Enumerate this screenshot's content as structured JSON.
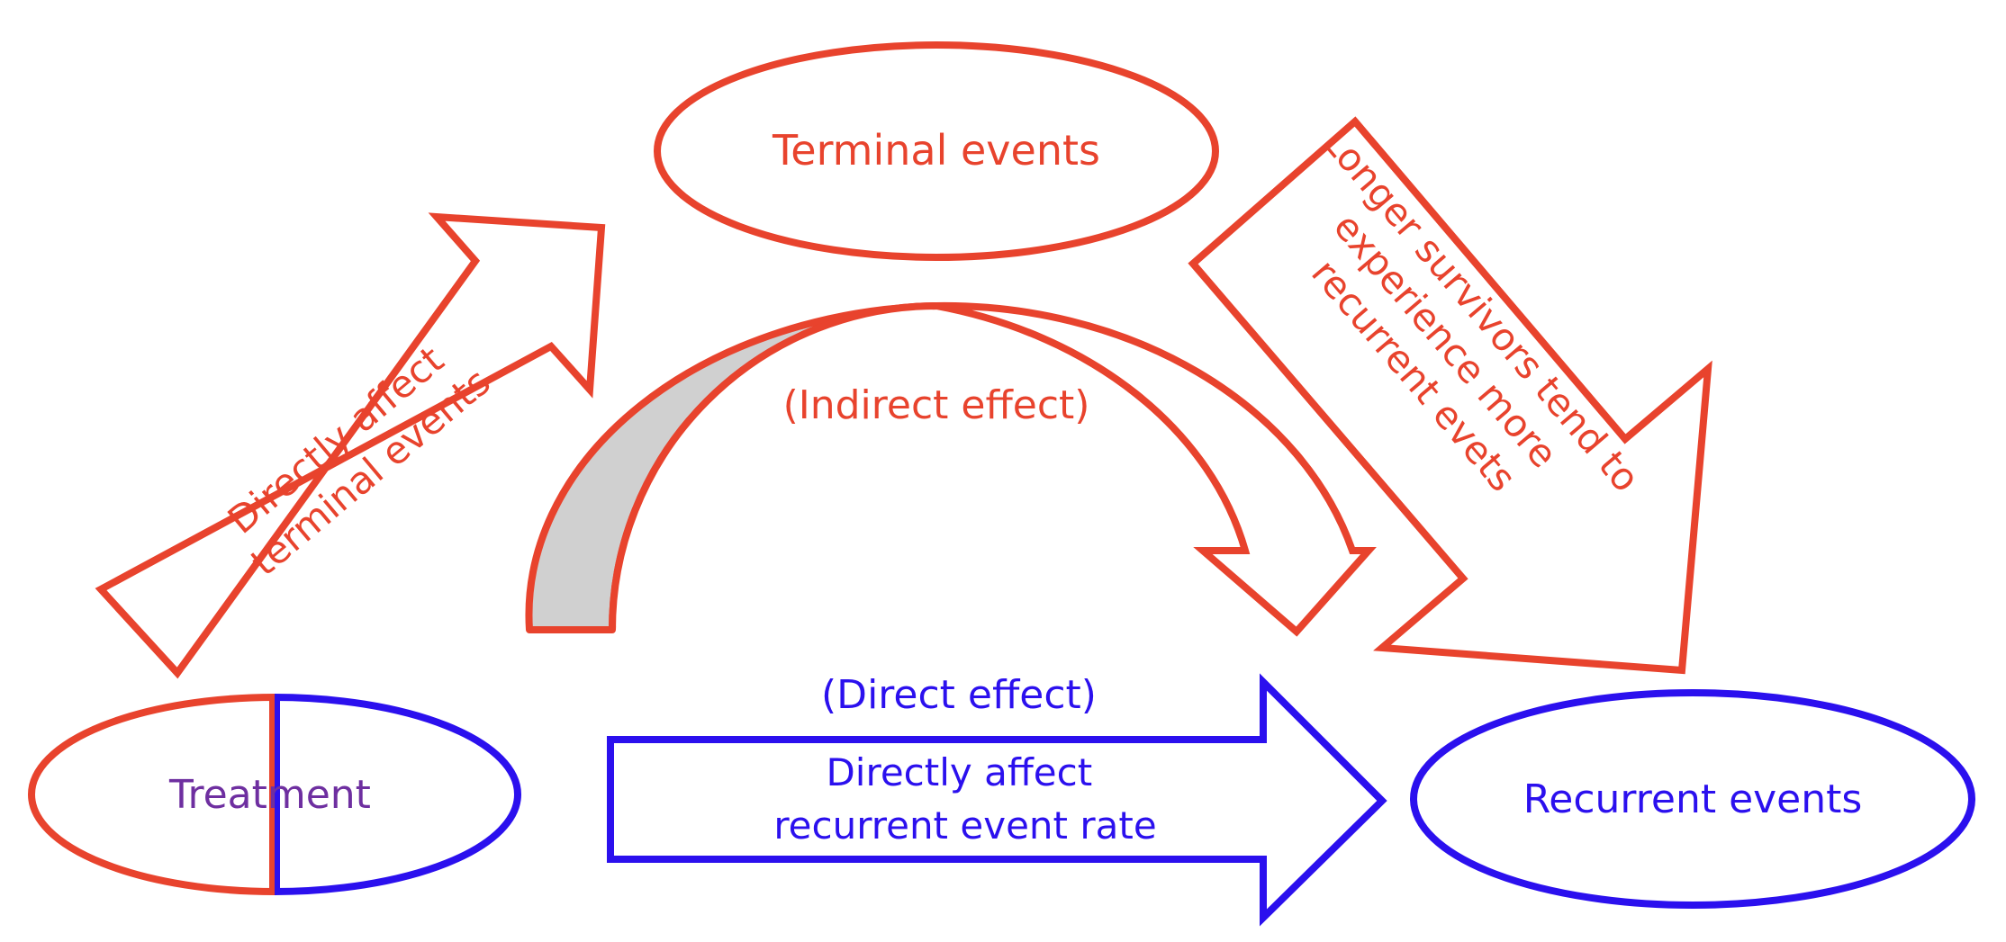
{
  "colors": {
    "red": "#E8432D",
    "blue": "#2B10EE",
    "purple": "#6E2FA0",
    "gray_fill": "#D0D0D0",
    "background": "#FFFFFF"
  },
  "nodes": {
    "treatment": "Treatment",
    "terminal_events": "Terminal events",
    "recurrent_events": "Recurrent events"
  },
  "arrows": {
    "treatment_to_terminal": [
      "Directly affect",
      "terminal events"
    ],
    "terminal_to_recurrent": [
      "Longer survivors tend to",
      "experience more",
      "recurrent evets"
    ],
    "indirect": "(Indirect effect)",
    "direct_caption": "(Direct effect)",
    "treatment_to_recurrent": [
      "Directly affect",
      "recurrent event rate"
    ]
  }
}
